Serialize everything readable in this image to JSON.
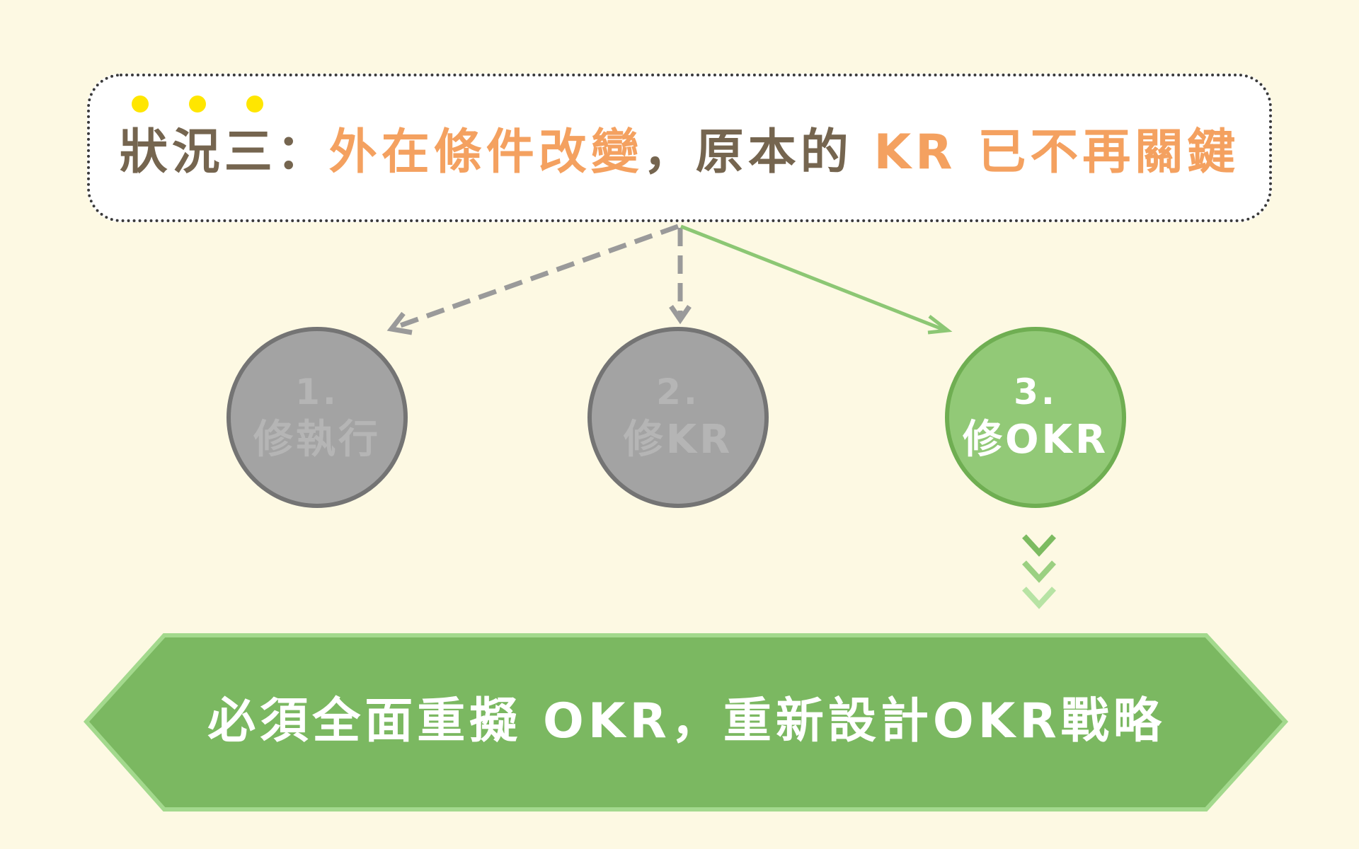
{
  "title": {
    "prefix": "狀況三：",
    "highlight1": "外在條件改變",
    "middle": "，原本的 ",
    "highlight2": "KR 已不再關鍵"
  },
  "options": [
    {
      "number": "1.",
      "label": "修執行",
      "state": "inactive"
    },
    {
      "number": "2.",
      "label": "修KR",
      "state": "inactive"
    },
    {
      "number": "3.",
      "label": "修OKR",
      "state": "active"
    }
  ],
  "conclusion": "必須全面重擬 OKR，重新設計OKR戰略",
  "colors": {
    "background": "#fdf9e3",
    "title_text": "#75654f",
    "highlight": "#f4a160",
    "dots": "#ffe600",
    "inactive_fill": "#a3a3a3",
    "inactive_border": "#747474",
    "active_fill": "#92c977",
    "active_border": "#6fae52",
    "banner_fill": "#7bb861",
    "banner_border": "#a3d98d"
  }
}
